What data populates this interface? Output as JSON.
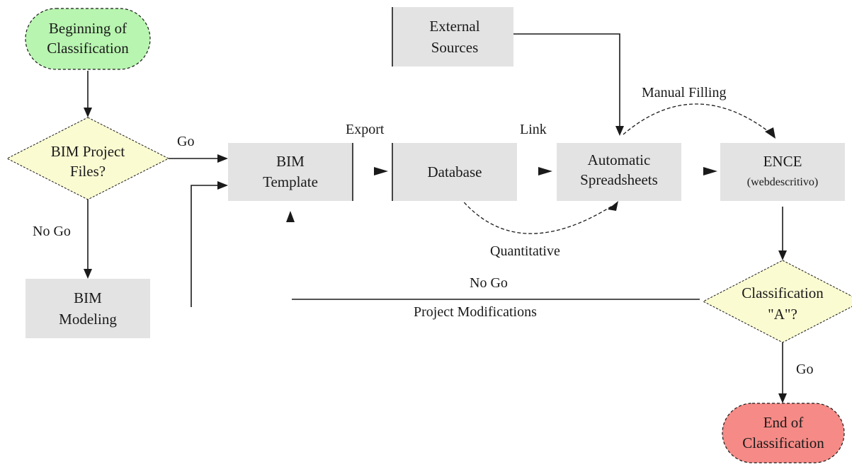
{
  "colors": {
    "start_fill": "#b8f5b0",
    "end_fill": "#f58a86",
    "decision_fill": "#fbfbd2",
    "process_fill": "#e3e3e3",
    "line": "#1a1a1a"
  },
  "nodes": {
    "start": {
      "line1": "Beginning of",
      "line2": "Classification"
    },
    "decision_bim": {
      "line1": "BIM Project",
      "line2": "Files?"
    },
    "bim_modeling": {
      "line1": "BIM",
      "line2": "Modeling"
    },
    "bim_template": {
      "line1": "BIM",
      "line2": "Template"
    },
    "database": {
      "line1": "Database"
    },
    "external_sources": {
      "line1": "External",
      "line2": "Sources"
    },
    "auto_spreadsheets": {
      "line1": "Automatic",
      "line2": "Spreadsheets"
    },
    "ence": {
      "line1": "ENCE",
      "line2": "(webdescritivo)"
    },
    "decision_class": {
      "line1": "Classification",
      "line2": "\"A\"?"
    },
    "end": {
      "line1": "End of",
      "line2": "Classification"
    }
  },
  "labels": {
    "go_1": "Go",
    "no_go_1": "No Go",
    "export": "Export",
    "link": "Link",
    "manual_filling": "Manual Filling",
    "quantitative": "Quantitative",
    "no_go_2": "No Go",
    "project_modifications": "Project Modifications",
    "go_2": "Go"
  }
}
